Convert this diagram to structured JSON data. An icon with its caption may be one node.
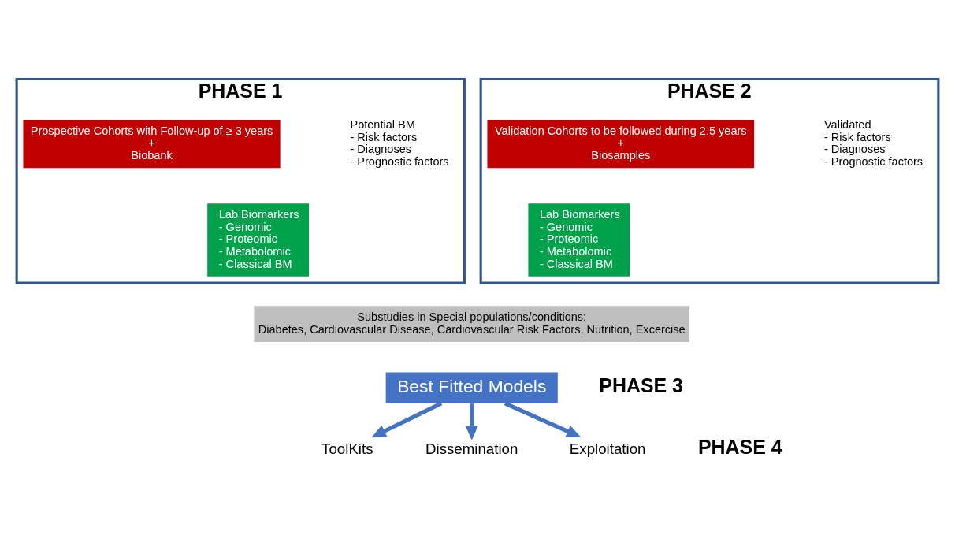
{
  "diagram": {
    "nodes": [
      {
        "text": [
          "PHASE 1"
        ]
      },
      {
        "text": [
          "Prospective Cohorts with Follow-up of ≥ 3 years",
          "+",
          "Biobank"
        ],
        "in": 0
      },
      {
        "text": [
          "Lab Biomarkers",
          "- Genomic",
          "- Proteomic",
          "- Metabolomic",
          "- Classical BM"
        ],
        "in": 0
      },
      {
        "text": [
          "Potential BM",
          "- Risk factors",
          "- Diagnoses",
          "- Prognostic factors"
        ],
        "in": 0
      },
      {
        "text": [
          "PHASE 2"
        ]
      },
      {
        "text": [
          "Validation Cohorts to be followed during 2.5 years",
          "+",
          "Biosamples"
        ],
        "in": 4
      },
      {
        "text": [
          "Lab Biomarkers",
          "- Genomic",
          "- Proteomic",
          "- Metabolomic",
          "- Classical BM"
        ],
        "in": 4
      },
      {
        "text": [
          "Validated",
          "- Risk factors",
          "- Diagnoses",
          "- Prognostic factors"
        ],
        "in": 4
      },
      {
        "text": [
          "Substudies in Special populations/conditions:",
          "Diabetes, Cardiovascular Disease, Cardiovascular Risk Factors, Nutrition, Excercise"
        ]
      },
      {
        "text": [
          "Best Fitted Models"
        ],
        "beside": [
          "PHASE 3"
        ]
      },
      {
        "text": [
          "ToolKits"
        ]
      },
      {
        "text": [
          "Dissemination"
        ]
      },
      {
        "text": [
          "Exploitation"
        ]
      }
    ],
    "edges": [
      {
        "from": 9,
        "to": 10,
        "arrow": "to"
      },
      {
        "from": 9,
        "to": 11,
        "arrow": "to"
      },
      {
        "from": 9,
        "to": 12,
        "arrow": "to"
      }
    ],
    "labels": [
      "PHASE 4"
    ]
  }
}
